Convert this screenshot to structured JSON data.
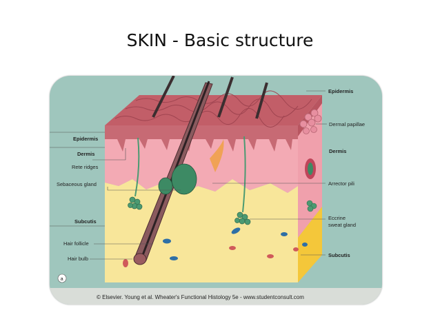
{
  "slide": {
    "title": "SKIN - Basic structure"
  },
  "diagram": {
    "panel_letter": "a",
    "caption": "© Elsevier. Young et al. Wheater's Functional Histology 5e - www.studentconsult.com",
    "left_labels": {
      "epidermis": "Epidermis",
      "dermis": "Dermis",
      "rete_ridges": "Rete ridges",
      "sebaceous_gland": "Sebaceous gland",
      "subcutis": "Subcutis",
      "hair_follicle": "Hair follicle",
      "hair_bulb": "Hair bulb"
    },
    "right_labels": {
      "epidermis": "Epidermis",
      "dermal_papillae": "Dermal papillae",
      "dermis": "Dermis",
      "arrector_pili": "Arrector pili",
      "eccrine_sweat_gland_1": "Eccrine",
      "eccrine_sweat_gland_2": "sweat gland",
      "subcutis": "Subcutis"
    },
    "colors": {
      "background": "#9fc6bd",
      "epidermis": "#c96a72",
      "dermis": "#f2a9b2",
      "subcutis": "#f7e58a",
      "gland": "#3d8a64"
    }
  }
}
